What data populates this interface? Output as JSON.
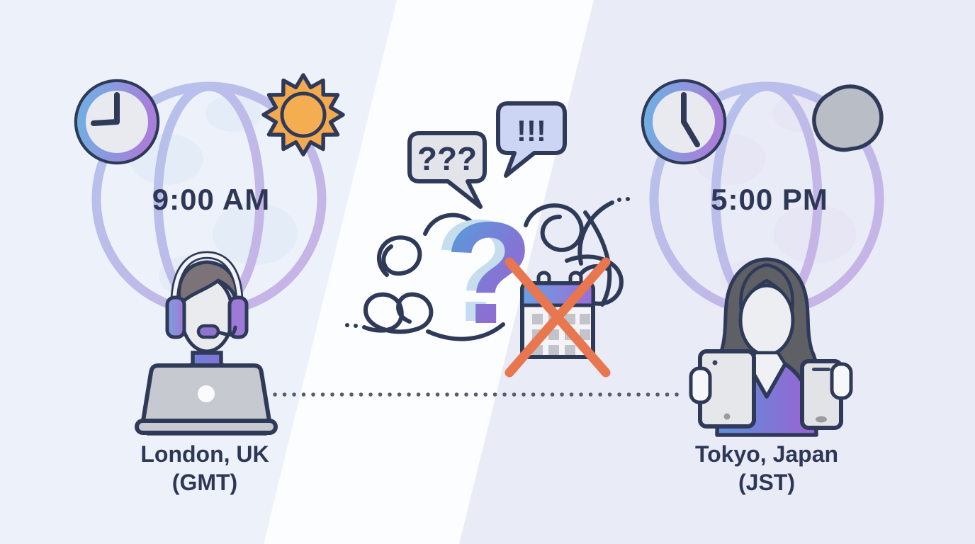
{
  "title": "Timezone confusion illustration: London vs Tokyo",
  "left_panel": {
    "time": "9:00 AM",
    "city": "London, UK",
    "timezone": "(GMT)",
    "icons": [
      "clock-icon",
      "globe-icon",
      "sun-icon",
      "man-headset-laptop-icon"
    ]
  },
  "right_panel": {
    "time": "5:00 PM",
    "city": "Tokyo, Japan",
    "timezone": "(JST)",
    "icons": [
      "clock-icon",
      "globe-icon",
      "moon-icon",
      "woman-tablet-phone-icon"
    ]
  },
  "center": {
    "question_bubble": "???",
    "exclaim_bubble": "!!!",
    "question_mark": "?",
    "icons": [
      "question-bubble-icon",
      "exclamation-bubble-icon",
      "confusion-scribble-icon",
      "question-mark-icon",
      "crossed-calendar-icon",
      "dotted-connection-line"
    ]
  },
  "colors": {
    "outline_navy": "#2f3a59",
    "text_navy": "#2e3856",
    "accent_blue": "#5f9edd",
    "accent_purple": "#9b66d0",
    "globe_lavender": "#bfc2ea",
    "sun_orange": "#f2a94f",
    "cross_coral": "#e8764e",
    "bubble_gray": "#e2e4e9",
    "bubble_lavender": "#ccd6f4",
    "moon_gray": "#b9bdc6",
    "device_gray": "#c7c9d0",
    "bg_left": "#edf2fa",
    "bg_right": "#e9ebf6",
    "bg_band": "#ffffff"
  }
}
